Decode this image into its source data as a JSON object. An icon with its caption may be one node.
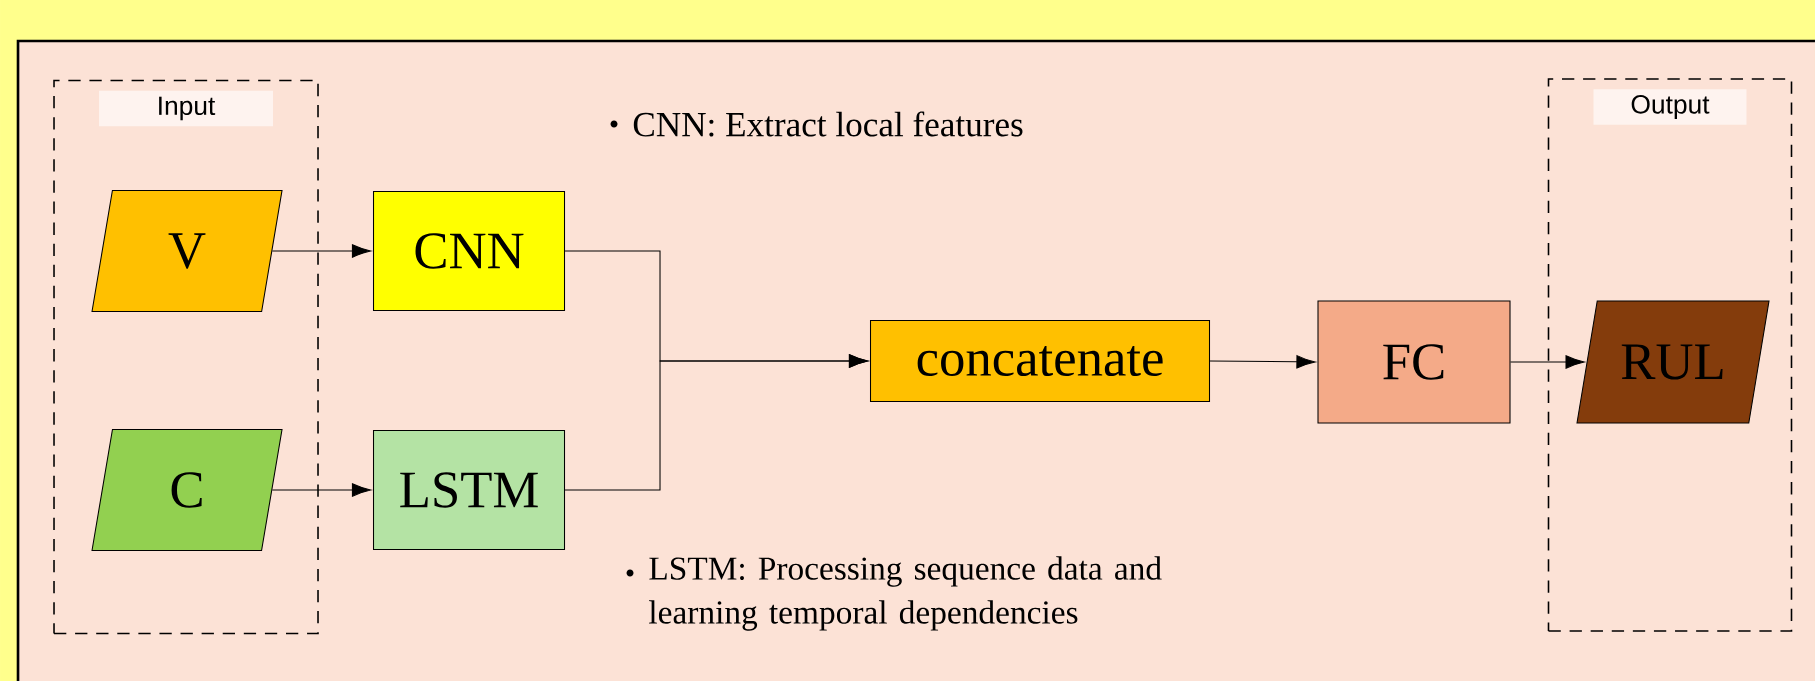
{
  "diagram": {
    "nodes": [
      {
        "text": [
          "Input"
        ]
      },
      {
        "text": [
          "V"
        ],
        "in": 0
      },
      {
        "text": [
          "C"
        ],
        "in": 0
      },
      {
        "text": [
          "CNN"
        ]
      },
      {
        "text": [
          "LSTM"
        ]
      },
      {
        "text": [
          "concatenate"
        ]
      },
      {
        "text": [
          "FC"
        ]
      },
      {
        "text": [
          "Output"
        ]
      },
      {
        "text": [
          "RUL"
        ],
        "in": 7
      }
    ],
    "edges": [
      {
        "from": 1,
        "to": 3,
        "arrow": "to"
      },
      {
        "from": 2,
        "to": 4,
        "arrow": "to"
      },
      {
        "from": 3,
        "to": 5,
        "arrow": "to"
      },
      {
        "from": 4,
        "to": 5,
        "arrow": "to"
      },
      {
        "from": 5,
        "to": 6,
        "arrow": "to"
      },
      {
        "from": 6,
        "to": 8,
        "arrow": "to"
      }
    ],
    "labels": [
      "CNN: Extract local features",
      "LSTM: Processing sequence data and learning temporal dependencies"
    ]
  }
}
